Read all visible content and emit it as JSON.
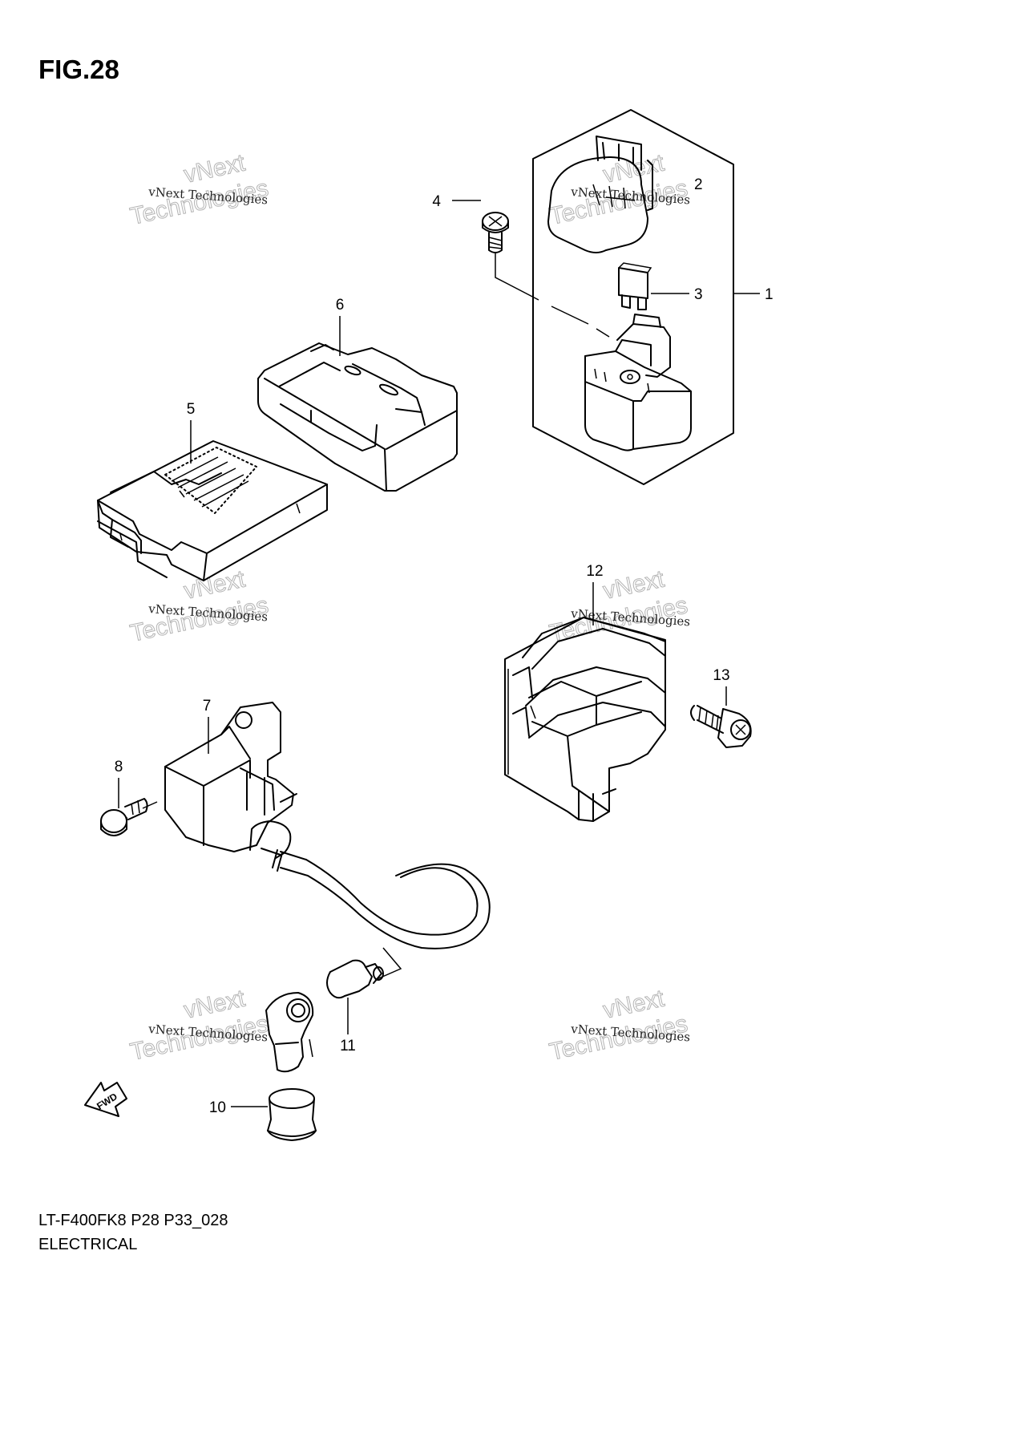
{
  "figure": {
    "title": "FIG.28",
    "model_code": "LT-F400FK8 P28 P33_028",
    "section": "ELECTRICAL"
  },
  "watermark": {
    "line1": "vNext Technologies",
    "line2": "vNext",
    "line3": "Technologies"
  },
  "callouts": [
    "1",
    "2",
    "3",
    "4",
    "5",
    "6",
    "7",
    "8",
    "10",
    "11",
    "12",
    "13"
  ],
  "fwd_label": "FWD"
}
